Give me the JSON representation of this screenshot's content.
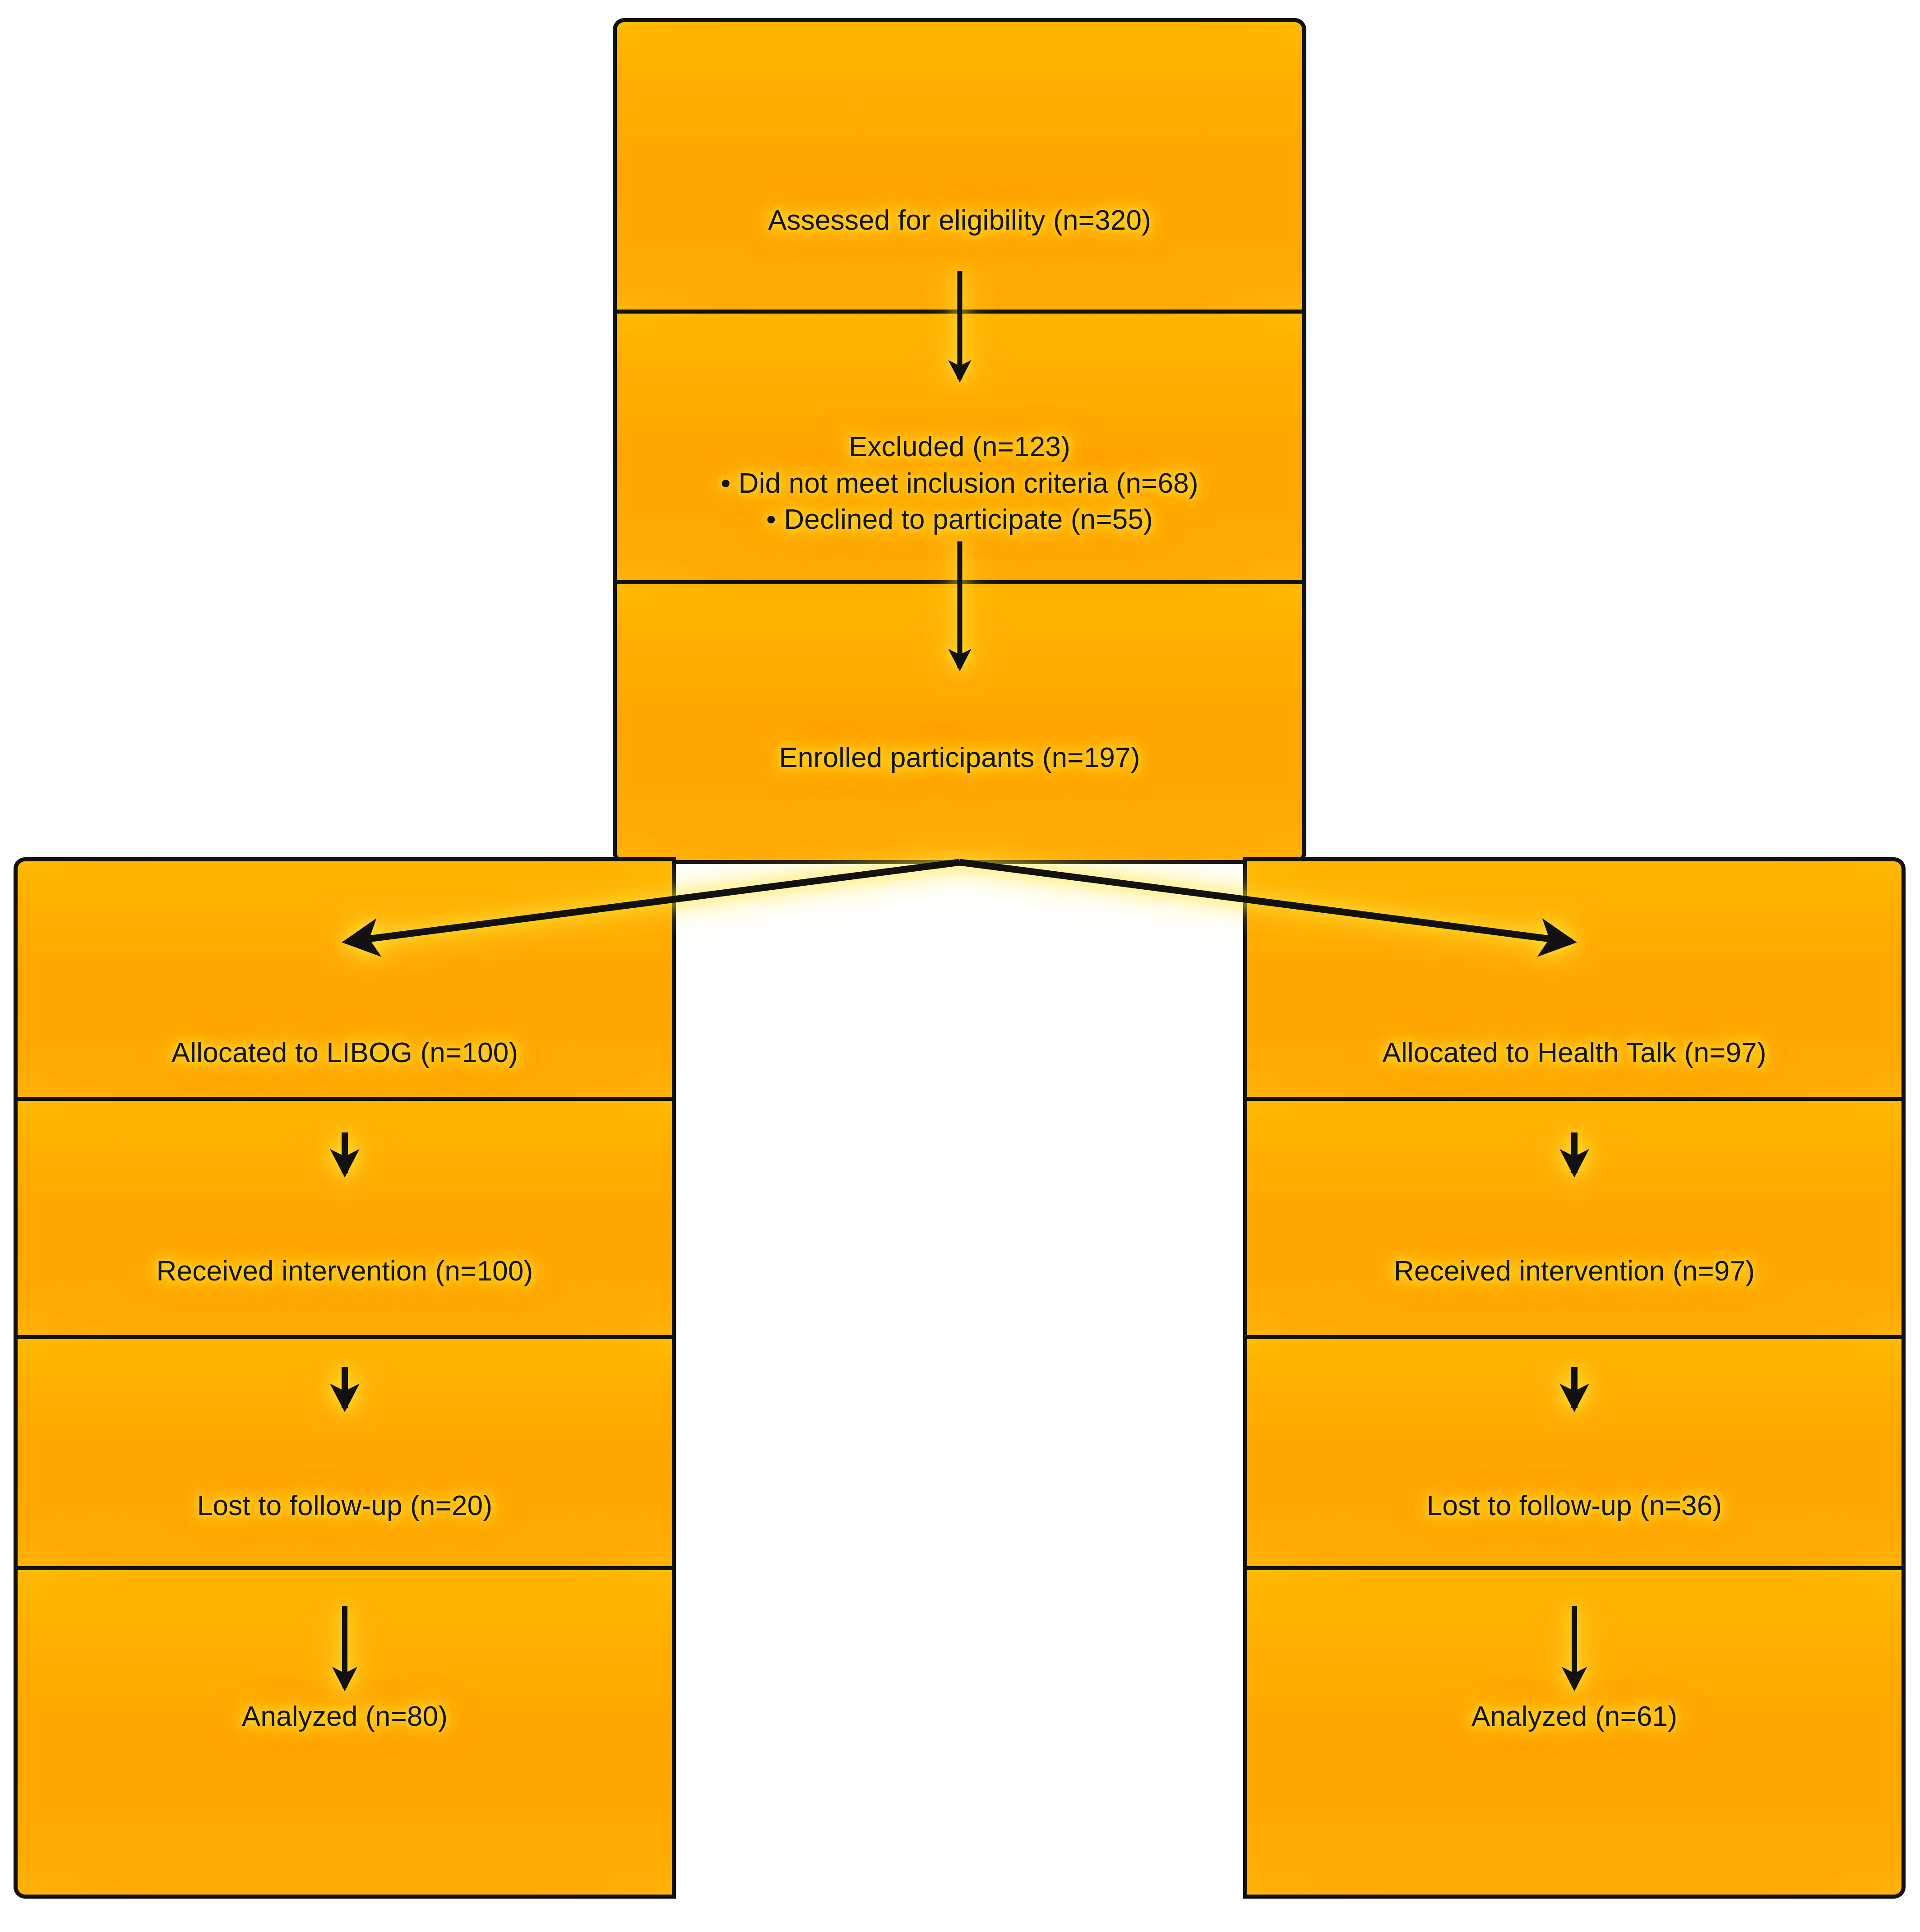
{
  "diagram": {
    "type": "consort-flow-diagram",
    "title": "",
    "palette": {
      "box_fill": "#FFA600",
      "box_glow": "#FFE53A",
      "box_border": "#111111",
      "text": "#141414",
      "background": "#FFFFFF"
    }
  },
  "center_column": {
    "boxes": [
      {
        "id": "assessed",
        "label": "Assessed for eligibility (n=320)",
        "n": 320
      },
      {
        "id": "excluded",
        "label": "Excluded (n=123)\n• Did not meet inclusion criteria (n=68)\n• Declined to participate (n=55)",
        "n": 123,
        "reasons": [
          {
            "label": "Did not meet inclusion criteria (n=68)",
            "n": 68
          },
          {
            "label": "Declined to participate (n=55)",
            "n": 55
          }
        ]
      },
      {
        "id": "enrolled",
        "label": "Enrolled participants (n=197)",
        "n": 197
      }
    ]
  },
  "left_column": {
    "arm": "LIBOG",
    "boxes": [
      {
        "id": "alloc-left",
        "label": "Allocated to LIBOG (n=100)",
        "n": 100
      },
      {
        "id": "received-left",
        "label": "Received intervention (n=100)",
        "n": 100
      },
      {
        "id": "lost-left",
        "label": "Lost to follow-up (n=20)",
        "n": 20
      },
      {
        "id": "analyzed-left",
        "label": "Analyzed (n=80)",
        "n": 80
      }
    ]
  },
  "right_column": {
    "arm": "Health Talk",
    "boxes": [
      {
        "id": "alloc-right",
        "label": "Allocated to Health Talk (n=97)",
        "n": 97
      },
      {
        "id": "received-right",
        "label": "Received intervention (n=97)",
        "n": 97
      },
      {
        "id": "lost-right",
        "label": "Lost to follow-up (n=36)",
        "n": 36
      },
      {
        "id": "analyzed-right",
        "label": "Analyzed (n=61)",
        "n": 61
      }
    ]
  },
  "connectors": [
    {
      "id": "assessed-to-excluded",
      "icon": "down-arrow-icon",
      "from": "assessed",
      "to": "excluded"
    },
    {
      "id": "excluded-to-enrolled",
      "icon": "down-arrow-icon",
      "from": "excluded",
      "to": "enrolled"
    },
    {
      "id": "enrolled-to-left",
      "icon": "branch-arrow-left-icon",
      "from": "enrolled",
      "to": "alloc-left"
    },
    {
      "id": "enrolled-to-right",
      "icon": "branch-arrow-right-icon",
      "from": "enrolled",
      "to": "alloc-right"
    },
    {
      "id": "alloc-to-received-left",
      "icon": "down-arrow-icon",
      "from": "alloc-left",
      "to": "received-left"
    },
    {
      "id": "received-to-lost-left",
      "icon": "down-arrow-icon",
      "from": "received-left",
      "to": "lost-left"
    },
    {
      "id": "lost-to-analyzed-left",
      "icon": "down-arrow-icon",
      "from": "lost-left",
      "to": "analyzed-left"
    },
    {
      "id": "alloc-to-received-right",
      "icon": "down-arrow-icon",
      "from": "alloc-right",
      "to": "received-right"
    },
    {
      "id": "received-to-lost-right",
      "icon": "down-arrow-icon",
      "from": "received-right",
      "to": "lost-right"
    },
    {
      "id": "lost-to-analyzed-right",
      "icon": "down-arrow-icon",
      "from": "lost-right",
      "to": "analyzed-right"
    }
  ]
}
